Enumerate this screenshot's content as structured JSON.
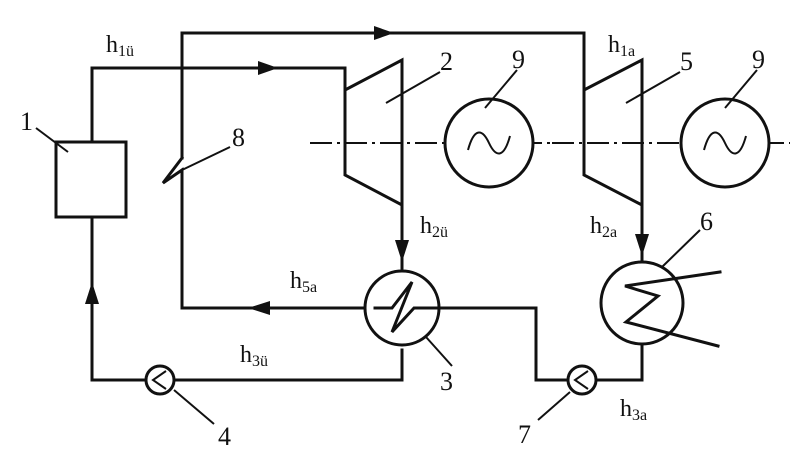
{
  "component_numbers": {
    "n1": "1",
    "n2": "2",
    "n3": "3",
    "n4": "4",
    "n5": "5",
    "n6": "6",
    "n7": "7",
    "n8": "8",
    "n9_left": "9",
    "n9_right": "9"
  },
  "state_labels": {
    "h1u": {
      "base": "h",
      "sub": "1ü"
    },
    "h1a": {
      "base": "h",
      "sub": "1a"
    },
    "h2u": {
      "base": "h",
      "sub": "2ü"
    },
    "h2a": {
      "base": "h",
      "sub": "2a"
    },
    "h5a": {
      "base": "h",
      "sub": "5a"
    },
    "h3u": {
      "base": "h",
      "sub": "3ü"
    },
    "h3a": {
      "base": "h",
      "sub": "3a"
    }
  },
  "colors": {
    "line": "#111111",
    "background": "#ffffff"
  },
  "icons": {
    "generator": "sine-wave-in-circle",
    "pump": "pump-circle-with-chevron",
    "heat_exchanger": "zigzag-coil-in-circle",
    "throttle": "zigzag-valve"
  }
}
